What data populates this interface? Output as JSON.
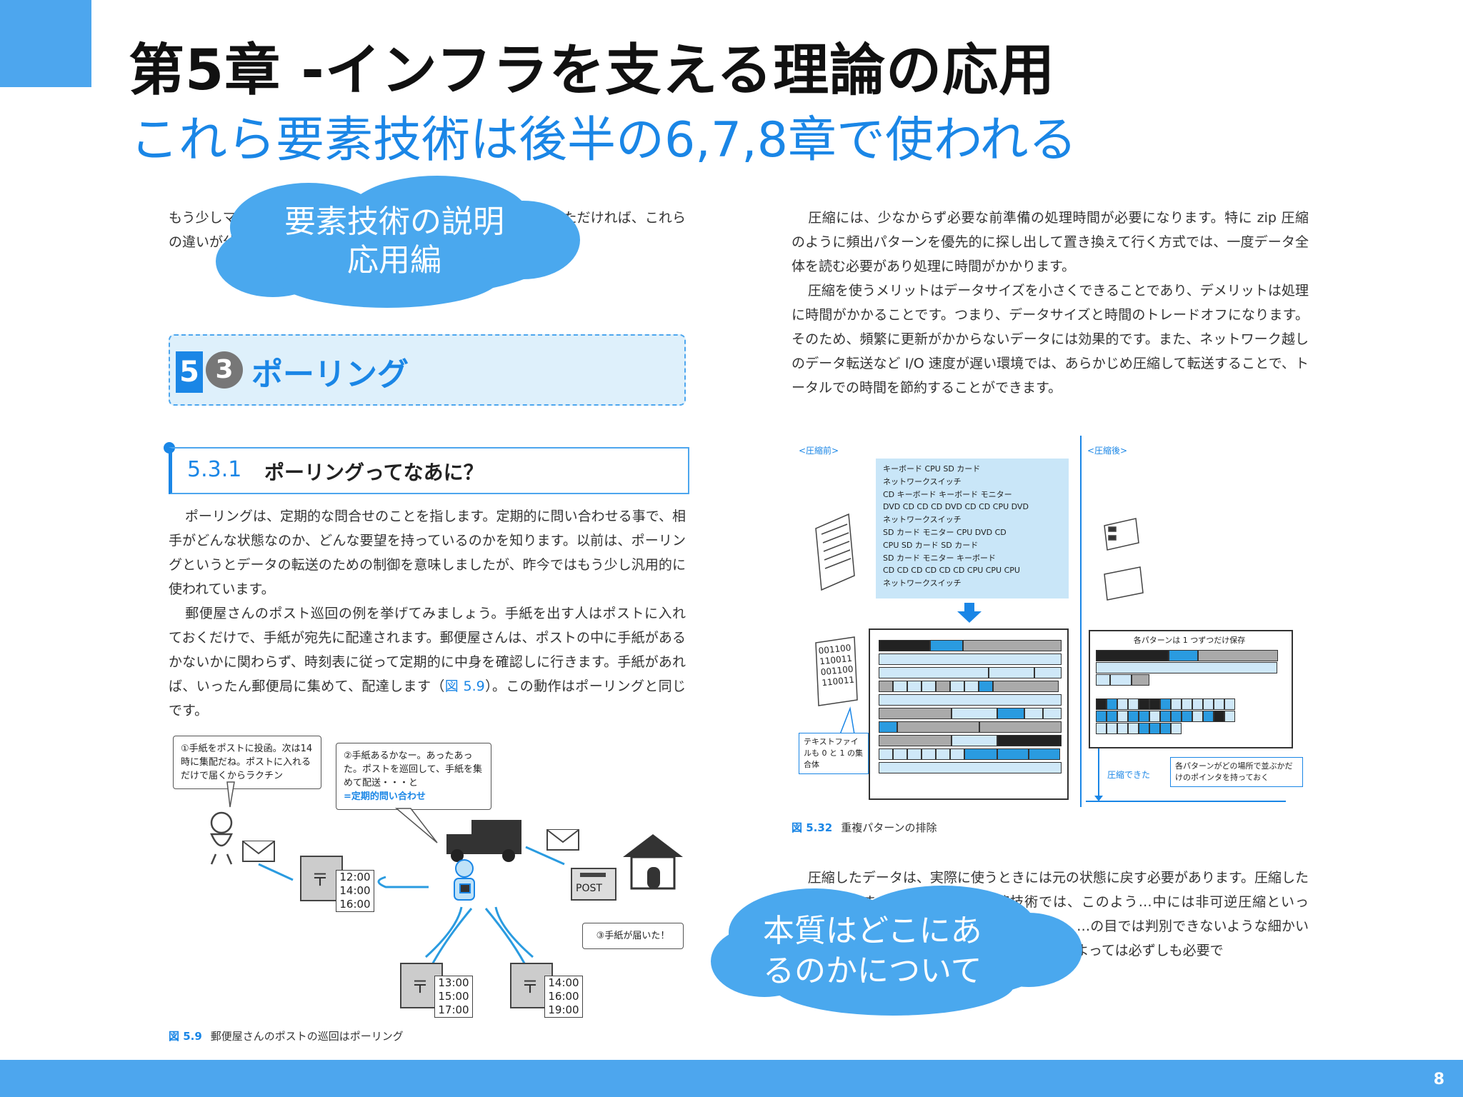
{
  "header": {
    "title": "第5章 -インフラを支える理論の応用",
    "subtitle": "これら要素技術は後半の6,7,8章で使われる"
  },
  "clouds": {
    "top_left": [
      "要素技術の説明",
      "応用編"
    ],
    "bottom_right": [
      "本質はどこにあ",
      "るのかについて"
    ]
  },
  "left_page": {
    "intro_text": "もう少しマ…は割り込み、定期的にメ…に携帯電話のメールは…ただければ、これらの違いが分かるように…",
    "section_num_major": "5",
    "section_num_minor": "3",
    "section_title": "ポーリング",
    "subsection_num": "5.3.1",
    "subsection_title": "ポーリングってなあに？",
    "body1": "ポーリングは、定期的な問合せのことを指します。定期的に問い合わせる事で、相手がどんな状態なのか、どんな要望を持っているのかを知ります。以前は、ポーリングというとデータの転送のための制御を意味しましたが、昨今ではもう少し汎用的に使われています。",
    "body2_before": "郵便屋さんのポスト巡回の例を挙げてみましょう。手紙を出す人はポストに入れておくだけで、手紙が宛先に配達されます。郵便屋さんは、ポストの中に手紙があるかないかに関わらず、時刻表に従って定期的に中身を確認しに行きます。手紙があれば、いったん郵便局に集めて、配達します（",
    "body2_ref": "図 5.9",
    "body2_after": "）。この動作はポーリングと同じです。",
    "diagram": {
      "bubble1": "①手紙をポストに投函。次は14 時に集配だね。ポストに入れるだけで届くからラクチン",
      "bubble2": "②手紙あるかなー。あったあった。ポストを巡回して、手紙を集めて配送・・・と",
      "bubble2_note": "=定期的問い合わせ",
      "bubble3": "③手紙が届いた！",
      "post_label": "POST",
      "schedules": [
        [
          "12:00",
          "14:00",
          "16:00"
        ],
        [
          "13:00",
          "15:00",
          "17:00"
        ],
        [
          "14:00",
          "16:00",
          "19:00"
        ]
      ]
    },
    "caption_num": "図 5.9",
    "caption_text": "郵便屋さんのポストの巡回はポーリング"
  },
  "right_page": {
    "para1": "圧縮には、少なからず必要な前準備の処理時間が必要になります。特に zip 圧縮のように頻出パターンを優先的に探し出して置き換えて行く方式では、一度データ全体を読む必要があり処理に時間がかかります。",
    "para2": "圧縮を使うメリットはデータサイズを小さくできることであり、デメリットは処理に時間がかかることです。つまり、データサイズと時間のトレードオフになります。そのため、頻繁に更新がかからないデータには効果的です。また、ネットワーク越しのデータ転送など I/O 速度が遅い環境では、あらかじめ圧縮して転送することで、トータルでの時間を節約することができます。",
    "figure": {
      "label_before": "<圧縮前>",
      "label_after": "<圧縮後>",
      "list_lines": [
        "キーボード CPU SD カード",
        "ネットワークスイッチ",
        "CD キーボード キーボード モニター",
        "DVD CD CD CD DVD CD CD CPU DVD",
        "ネットワークスイッチ",
        "SD カード モニター CPU DVD CD",
        "CPU SD カード SD カード",
        "SD カード モニター キーボード",
        "CD CD CD CD CD CD CPU CPU CPU",
        "ネットワークスイッチ"
      ],
      "binary_lines": [
        "001100",
        "110011",
        "001100",
        "110011"
      ],
      "callout_text": "テキストファイルも 0 と 1 の集合体",
      "after_header": "各パターンは 1 つずつだけ保存",
      "after_note": "各パターンがどの場所で並ぶかだけのポインタを持っておく",
      "compressed_label": "圧縮できた",
      "caption_num": "図 5.32",
      "caption_text": "重複パターンの排除"
    },
    "para3": "圧縮したデータは、実際に使うときには元の状態に戻す必要があります。圧縮した布団がこ…ますよね？ 多くの圧縮技術では、このよう…中には非可逆圧縮といって、全く元の…率を達成する方法もあります。…の目では判別できないような細かい部分や、…ような種類の音の情報など、用途によっては必ずしも必要で"
  },
  "footer": {
    "page_number": "8"
  },
  "colors": {
    "accent": "#4da6ee",
    "heading_blue": "#1a86e6",
    "cloud": "#4aa8ee"
  }
}
